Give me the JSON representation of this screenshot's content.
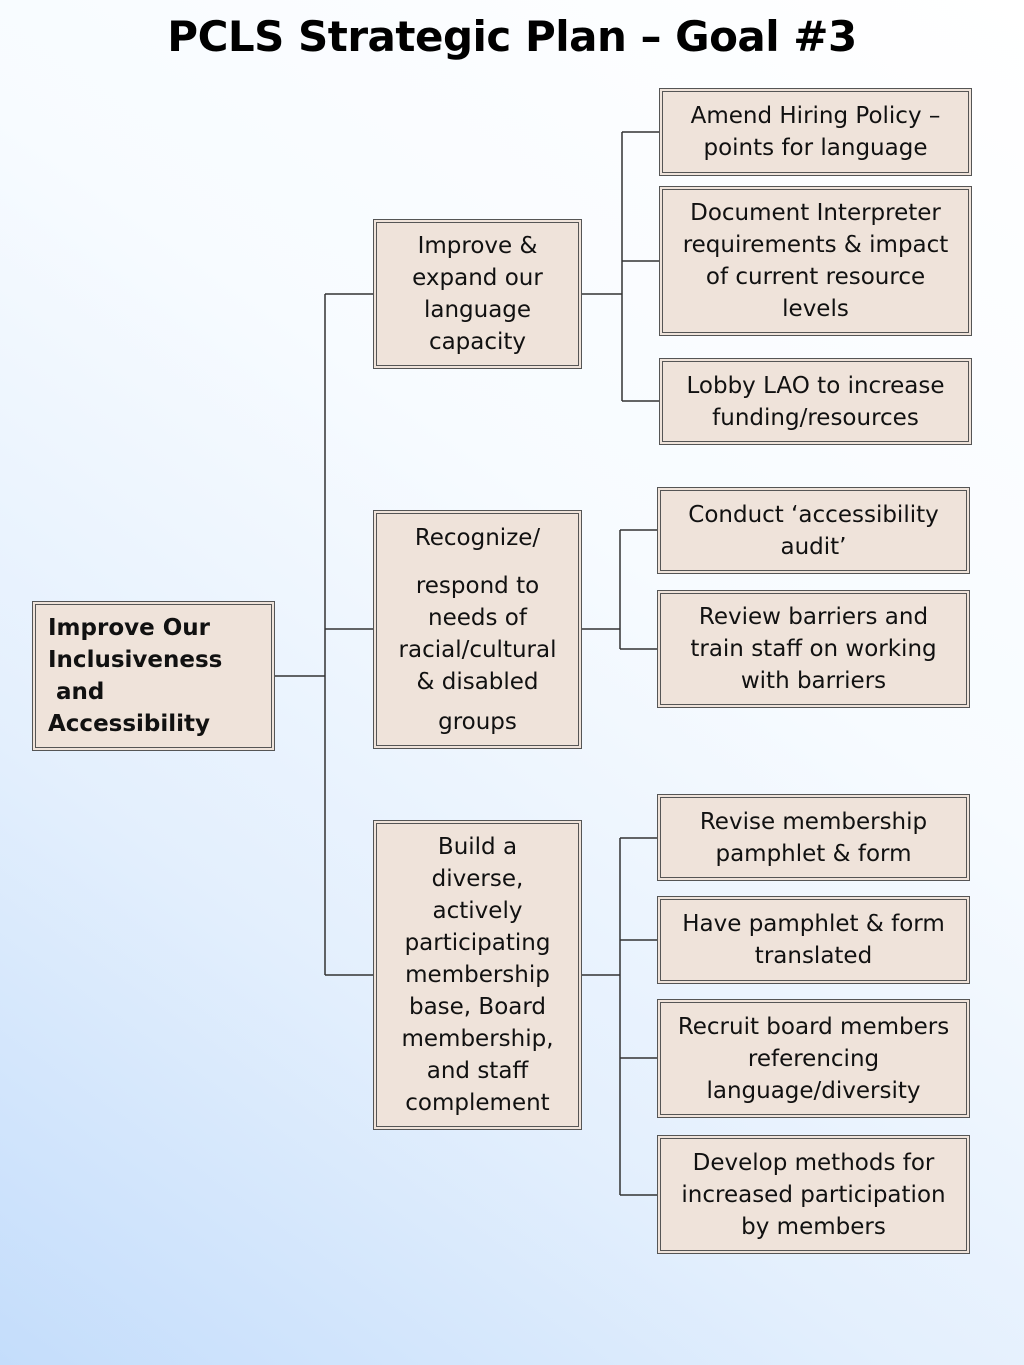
{
  "title": "PCLS Strategic Plan – Goal #3",
  "root": {
    "lines": [
      "Improve Our",
      "Inclusiveness",
      " and",
      "Accessibility"
    ]
  },
  "branches": [
    {
      "id": "language",
      "lines": [
        "Improve &",
        "expand our",
        "language",
        "capacity"
      ],
      "actions": [
        {
          "lines": [
            "Amend Hiring Policy –",
            "points for language"
          ]
        },
        {
          "lines": [
            "Document Interpreter",
            "requirements & impact",
            "of current resource",
            "levels"
          ]
        },
        {
          "lines": [
            "Lobby LAO to increase",
            "funding/resources"
          ]
        }
      ]
    },
    {
      "id": "needs",
      "lines": [
        "Recognize/",
        "respond to",
        "needs of",
        "racial/cultural",
        "& disabled",
        "groups"
      ],
      "actions": [
        {
          "lines": [
            "Conduct ‘accessibility",
            "audit’"
          ]
        },
        {
          "lines": [
            "Review barriers and",
            "train staff on working",
            "with barriers"
          ]
        }
      ]
    },
    {
      "id": "membership",
      "lines": [
        "Build a",
        "diverse,",
        "actively",
        "participating",
        "membership",
        "base, Board",
        "membership,",
        "and staff",
        "complement"
      ],
      "actions": [
        {
          "lines": [
            "Revise membership",
            "pamphlet & form"
          ]
        },
        {
          "lines": [
            "Have pamphlet & form",
            "translated"
          ]
        },
        {
          "lines": [
            "Recruit board members",
            "referencing",
            "language/diversity"
          ]
        },
        {
          "lines": [
            "Develop methods for",
            "increased participation",
            "by members"
          ]
        }
      ]
    }
  ]
}
